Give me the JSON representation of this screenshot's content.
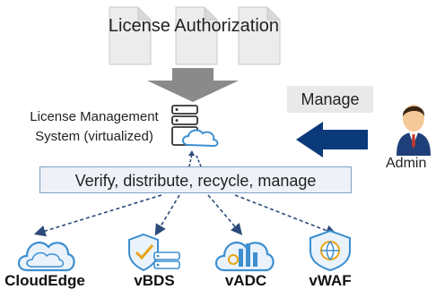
{
  "license_docs": {
    "label": "License Authorization"
  },
  "lms": {
    "label_line1": "License Management",
    "label_line2": "System (virtualized)"
  },
  "manage": {
    "label": "Manage"
  },
  "admin": {
    "label": "Admin"
  },
  "verify_bar": {
    "label": "Verify, distribute, recycle, manage"
  },
  "products": [
    {
      "label": "CloudEdge"
    },
    {
      "label": "vBDS"
    },
    {
      "label": "vADC"
    },
    {
      "label": "vWAF"
    }
  ],
  "colors": {
    "accent_blue": "#0b3a7a",
    "arrow_gray": "#8a8a8a",
    "icon_blue": "#3d8fd0"
  }
}
